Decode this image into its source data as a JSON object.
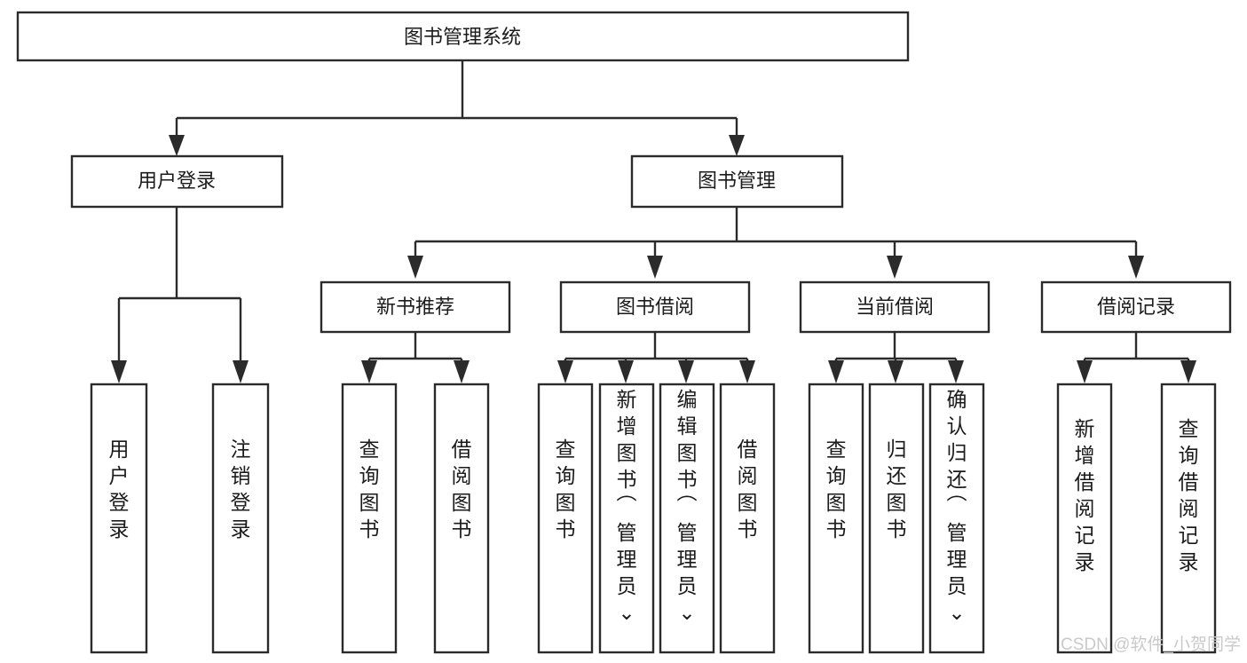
{
  "diagram": {
    "title_text": "图书管理系统",
    "type": "tree",
    "background_color": "#ffffff",
    "line_color": "#2b2b2b",
    "text_color": "#1b1b1b"
  },
  "nodes": {
    "root": {
      "label": "图书管理系统",
      "level": 0,
      "orientation": "horizontal"
    },
    "login": {
      "label": "用户登录",
      "level": 1,
      "orientation": "horizontal"
    },
    "book_mgmt": {
      "label": "图书管理",
      "level": 1,
      "orientation": "horizontal"
    },
    "new_book_rec": {
      "label": "新书推荐",
      "level": 2,
      "orientation": "horizontal"
    },
    "book_borrow": {
      "label": "图书借阅",
      "level": 2,
      "orientation": "horizontal"
    },
    "current_borrow": {
      "label": "当前借阅",
      "level": 2,
      "orientation": "horizontal"
    },
    "borrow_record": {
      "label": "借阅记录",
      "level": 2,
      "orientation": "horizontal"
    },
    "leaf_user_login": {
      "label": "用户登录",
      "level": 3,
      "orientation": "vertical"
    },
    "leaf_logout": {
      "label": "注销登录",
      "level": 3,
      "orientation": "vertical"
    },
    "leaf_query_book_1": {
      "label": "查询图书",
      "level": 3,
      "orientation": "vertical"
    },
    "leaf_borrow_book_1": {
      "label": "借阅图书",
      "level": 3,
      "orientation": "vertical"
    },
    "leaf_query_book_2": {
      "label": "查询图书",
      "level": 3,
      "orientation": "vertical"
    },
    "leaf_add_book": {
      "label": "新增图书（管理员）",
      "level": 3,
      "orientation": "vertical"
    },
    "leaf_edit_book": {
      "label": "编辑图书（管理员）",
      "level": 3,
      "orientation": "vertical"
    },
    "leaf_borrow_book_2": {
      "label": "借阅图书",
      "level": 3,
      "orientation": "vertical"
    },
    "leaf_query_book_3": {
      "label": "查询图书",
      "level": 3,
      "orientation": "vertical"
    },
    "leaf_return_book": {
      "label": "归还图书",
      "level": 3,
      "orientation": "vertical"
    },
    "leaf_confirm_return": {
      "label": "确认归还（管理员）",
      "level": 3,
      "orientation": "vertical"
    },
    "leaf_add_record": {
      "label": "新增借阅记录",
      "level": 3,
      "orientation": "vertical"
    },
    "leaf_query_record": {
      "label": "查询借阅记录",
      "level": 3,
      "orientation": "vertical"
    }
  },
  "edges": [
    {
      "from": "root",
      "to": "login"
    },
    {
      "from": "root",
      "to": "book_mgmt"
    },
    {
      "from": "login",
      "to": "leaf_user_login"
    },
    {
      "from": "login",
      "to": "leaf_logout"
    },
    {
      "from": "book_mgmt",
      "to": "new_book_rec"
    },
    {
      "from": "book_mgmt",
      "to": "book_borrow"
    },
    {
      "from": "book_mgmt",
      "to": "current_borrow"
    },
    {
      "from": "book_mgmt",
      "to": "borrow_record"
    },
    {
      "from": "new_book_rec",
      "to": "leaf_query_book_1"
    },
    {
      "from": "new_book_rec",
      "to": "leaf_borrow_book_1"
    },
    {
      "from": "book_borrow",
      "to": "leaf_query_book_2"
    },
    {
      "from": "book_borrow",
      "to": "leaf_add_book"
    },
    {
      "from": "book_borrow",
      "to": "leaf_edit_book"
    },
    {
      "from": "book_borrow",
      "to": "leaf_borrow_book_2"
    },
    {
      "from": "current_borrow",
      "to": "leaf_query_book_3"
    },
    {
      "from": "current_borrow",
      "to": "leaf_return_book"
    },
    {
      "from": "current_borrow",
      "to": "leaf_confirm_return"
    },
    {
      "from": "borrow_record",
      "to": "leaf_add_record"
    },
    {
      "from": "borrow_record",
      "to": "leaf_query_record"
    }
  ],
  "watermark": {
    "text": "CSDN @软件_小贺同学"
  }
}
